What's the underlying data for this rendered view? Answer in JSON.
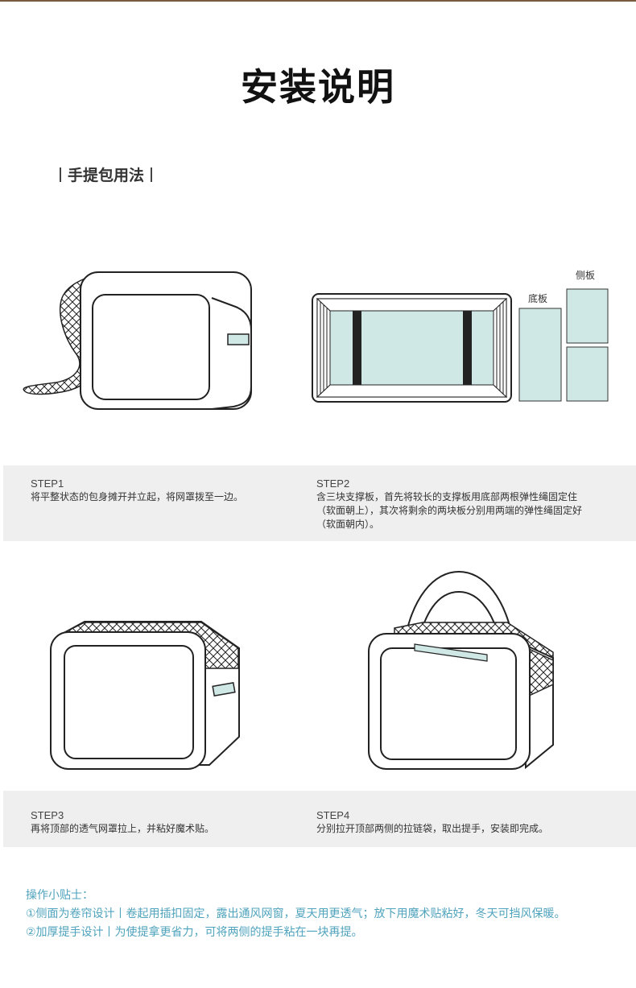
{
  "title": "安装说明",
  "section_title": "手提包用法",
  "panel_labels": {
    "side_board": "侧板",
    "bottom_board": "底板"
  },
  "steps": [
    {
      "label": "STEP1",
      "text": "将平整状态的包身摊开并立起，将网罩拨至一边。"
    },
    {
      "label": "STEP2",
      "text_lines": [
        "含三块支撑板，首先将较长的支撑板用底部两根弹性绳固定住",
        "（软面朝上），其次将剩余的两块板分别用两端的弹性绳固定好",
        "（软面朝内）。"
      ]
    },
    {
      "label": "STEP3",
      "text": "再将顶部的透气网罩拉上，并粘好魔术贴。"
    },
    {
      "label": "STEP4",
      "text": "分别拉开顶部两侧的拉链袋，取出提手，安装即完成。"
    }
  ],
  "tips": {
    "heading": "操作小贴士：",
    "items": [
      "①侧面为卷帘设计丨卷起用插扣固定，露出通风网窗，夏天用更透气；放下用魔术贴粘好，冬天可挡风保暖。",
      "②加厚提手设计丨为使提拿更省力，可将两侧的提手粘在一块再提。"
    ]
  },
  "colors": {
    "accent_text": "#4fa3bd",
    "panel_fill": "#cfe8e6",
    "step_bg": "#efefef"
  }
}
